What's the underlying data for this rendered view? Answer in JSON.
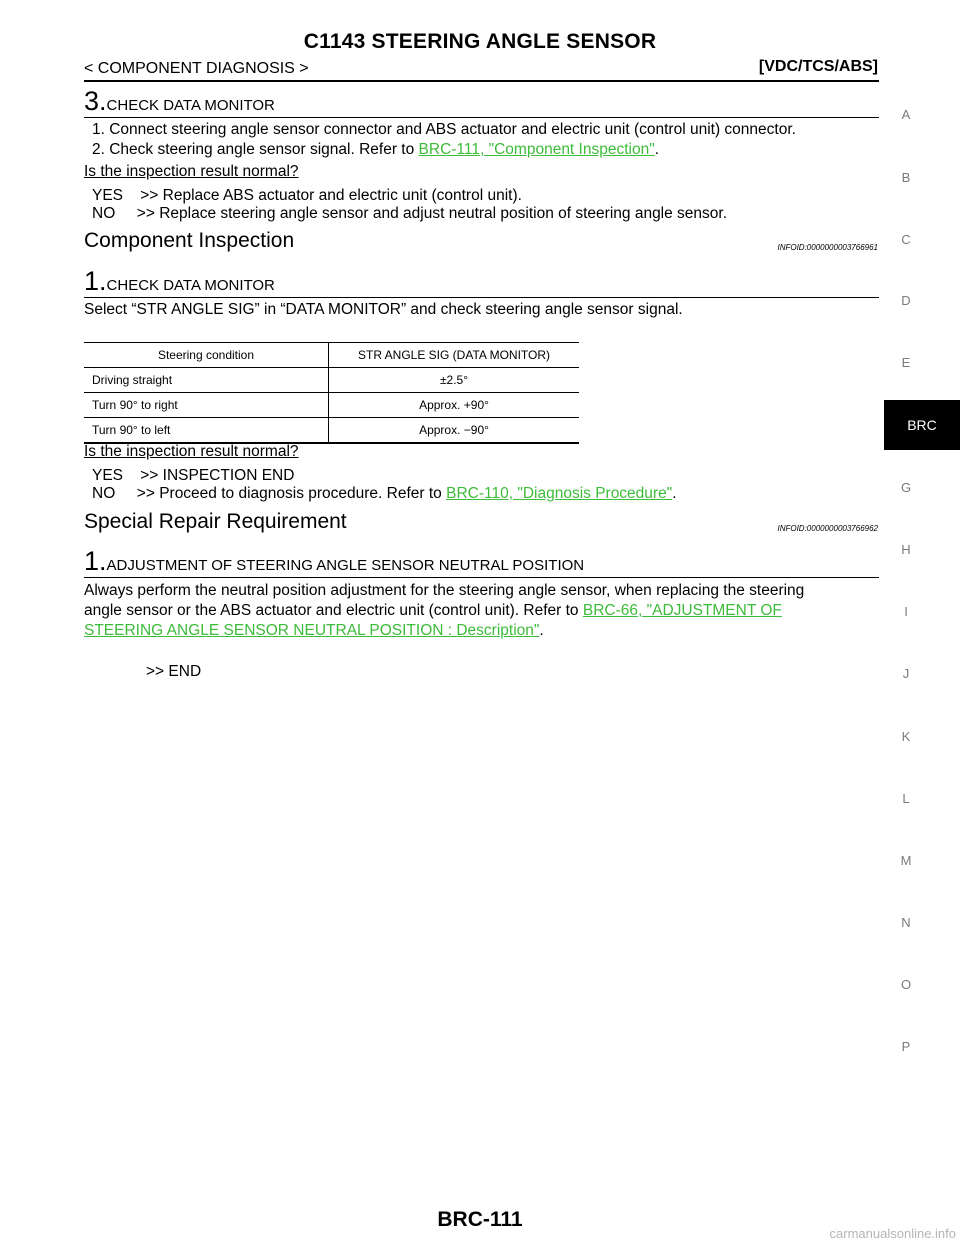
{
  "header": {
    "title": "C1143 STEERING ANGLE SENSOR",
    "section": "< COMPONENT DIAGNOSIS >",
    "system": "[VDC/TCS/ABS]"
  },
  "step3": {
    "num": "3.",
    "label": "CHECK DATA MONITOR",
    "item1": "1. Connect steering angle sensor connector and ABS actuator and electric unit (control unit) connector.",
    "item2_prefix": "2. Check steering angle sensor signal. Refer to ",
    "item2_link": "BRC-111, \"Component Inspection\"",
    "item2_suffix": ".",
    "question": "Is the inspection result normal?",
    "yes": "YES    >> Replace ABS actuator and electric unit (control unit).",
    "no": "NO     >> Replace steering angle sensor and adjust neutral position of steering angle sensor."
  },
  "component_inspection": {
    "title": "Component Inspection",
    "infoid": "INFOID:0000000003766961",
    "step_num": "1.",
    "step_label": "CHECK DATA MONITOR",
    "instruction": "Select “STR ANGLE SIG” in “DATA MONITOR” and check steering angle sensor signal.",
    "table": {
      "headers": [
        "Steering condition",
        "STR ANGLE SIG (DATA MONITOR)"
      ],
      "rows": [
        [
          "Driving straight",
          "±2.5°"
        ],
        [
          "Turn 90° to right",
          "Approx. +90°"
        ],
        [
          "Turn 90° to left",
          "Approx. −90°"
        ]
      ]
    },
    "question": "Is the inspection result normal?",
    "yes": "YES    >> INSPECTION END",
    "no_prefix": "NO     >> Proceed to diagnosis procedure. Refer to ",
    "no_link": "BRC-110, \"Diagnosis Procedure\"",
    "no_suffix": "."
  },
  "special_repair": {
    "title": "Special Repair Requirement",
    "infoid": "INFOID:0000000003766962",
    "step_num": "1.",
    "step_label": "ADJUSTMENT OF STEERING ANGLE SENSOR NEUTRAL POSITION",
    "text_line1": "Always perform the neutral position adjustment for the steering angle sensor, when replacing the steering",
    "text_line2_prefix": "angle sensor or the ABS actuator and electric unit (control unit). Refer to ",
    "link_line2": "BRC-66, \"ADJUSTMENT OF",
    "link_line3": "STEERING ANGLE SENSOR NEUTRAL POSITION : Description\"",
    "line3_suffix": ".",
    "end": ">> END"
  },
  "side_tabs": [
    "A",
    "B",
    "C",
    "D",
    "E",
    "BRC",
    "G",
    "H",
    "I",
    "J",
    "K",
    "L",
    "M",
    "N",
    "O",
    "P"
  ],
  "footer": {
    "page": "BRC-111",
    "watermark": "carmanualsonline.info"
  },
  "colors": {
    "link": "#3dbb3a",
    "tab_active_bg": "#000000",
    "tab_text": "#7a7a7a"
  }
}
